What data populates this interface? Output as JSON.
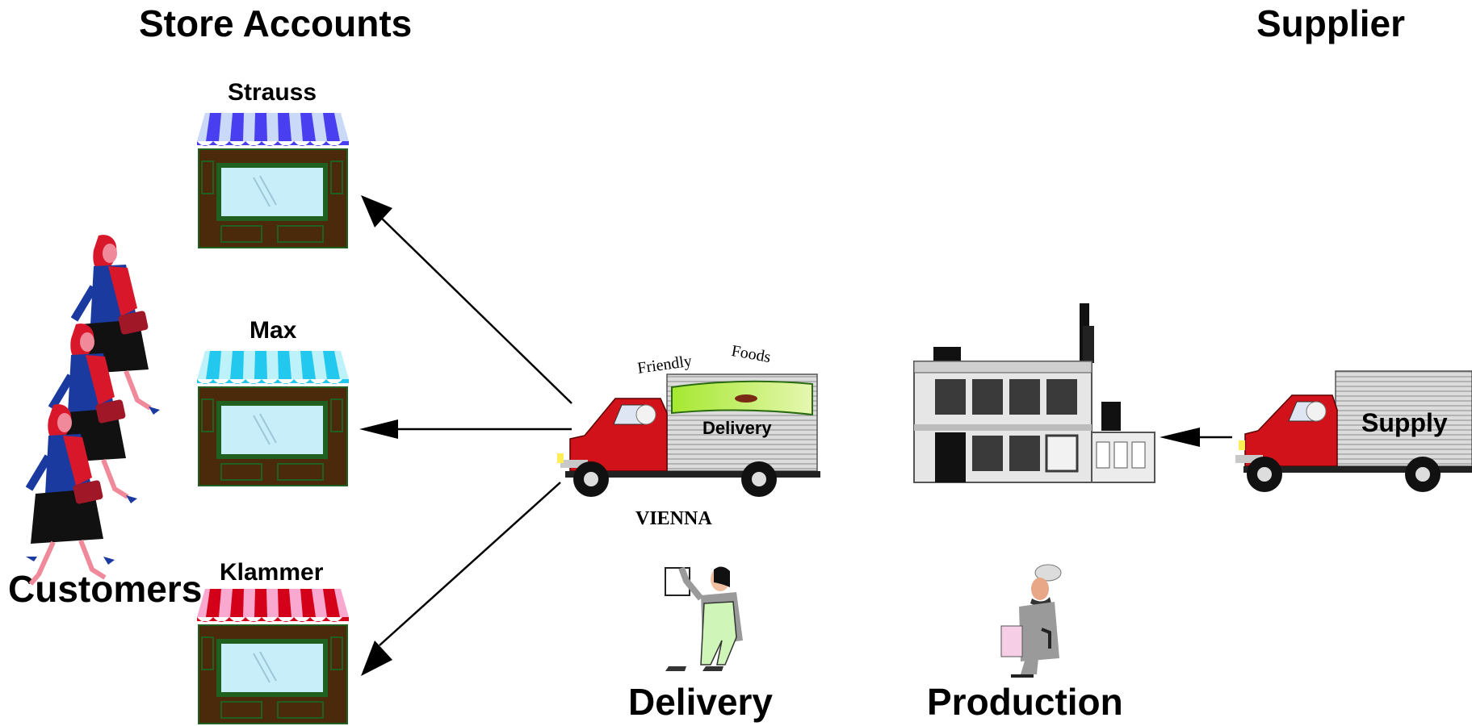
{
  "headings": {
    "store_accounts": "Store Accounts",
    "supplier": "Supplier",
    "customers": "Customers",
    "delivery": "Delivery",
    "production": "Production"
  },
  "stores": [
    {
      "name": "Strauss",
      "awning_color": "#4a3ff0",
      "awning_light": "#c9d9f7"
    },
    {
      "name": "Max",
      "awning_color": "#22c8ee",
      "awning_light": "#bdf2fb"
    },
    {
      "name": "Klammer",
      "awning_color": "#d4001a",
      "awning_light": "#f9a8d0"
    }
  ],
  "delivery_truck": {
    "word_friendly": "Friendly",
    "word_foods": "Foods",
    "side_label": "Delivery",
    "city": "VIENNA"
  },
  "supply_truck": {
    "side_label": "Supply"
  },
  "colors": {
    "truck_cab": "#d2121a",
    "storefront": "#4a2a0a",
    "store_frame": "#1f5f1f",
    "window_glass": "#c8eefa",
    "factory": "#e6e6e6"
  }
}
